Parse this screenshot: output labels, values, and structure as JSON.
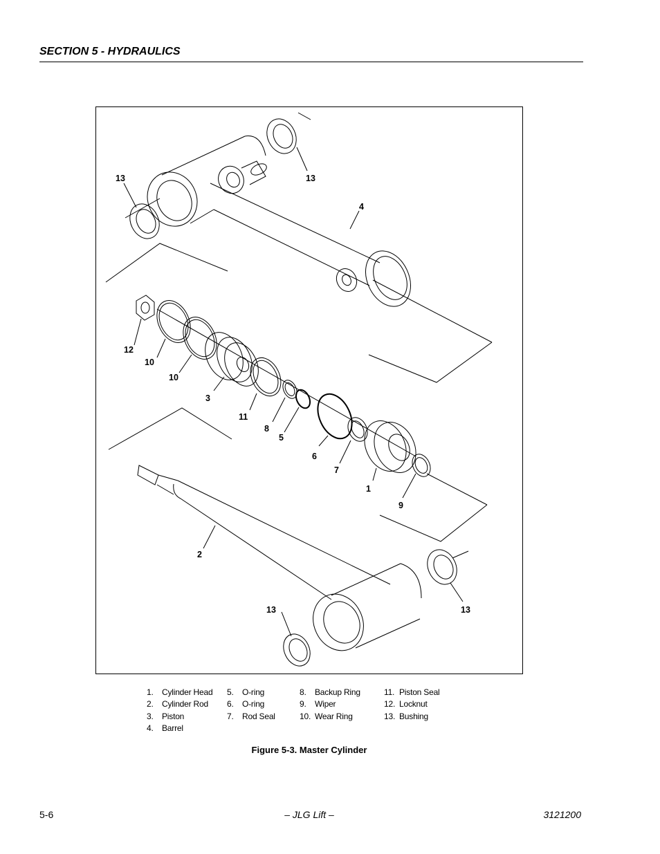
{
  "header": {
    "section_title": "SECTION 5 - HYDRAULICS"
  },
  "figure": {
    "callouts": [
      "13",
      "13",
      "4",
      "12",
      "10",
      "10",
      "3",
      "11",
      "8",
      "5",
      "6",
      "7",
      "1",
      "9",
      "2",
      "13",
      "13"
    ]
  },
  "legend": {
    "columns": [
      [
        {
          "num": "1.",
          "label": "Cylinder Head"
        },
        {
          "num": "2.",
          "label": "Cylinder Rod"
        },
        {
          "num": "3.",
          "label": "Piston"
        },
        {
          "num": "4.",
          "label": "Barrel"
        }
      ],
      [
        {
          "num": "5.",
          "label": "O-ring"
        },
        {
          "num": "6.",
          "label": "O-ring"
        },
        {
          "num": "7.",
          "label": "Rod Seal"
        }
      ],
      [
        {
          "num": "8.",
          "label": "Backup Ring"
        },
        {
          "num": "9.",
          "label": "Wiper"
        },
        {
          "num": "10.",
          "label": "Wear Ring"
        }
      ],
      [
        {
          "num": "11.",
          "label": "Piston Seal"
        },
        {
          "num": "12.",
          "label": "Locknut"
        },
        {
          "num": "13.",
          "label": "Bushing"
        }
      ]
    ]
  },
  "caption": "Figure 5-3.  Master Cylinder",
  "footer": {
    "page_number": "5-6",
    "center": "– JLG Lift –",
    "doc_number": "3121200"
  }
}
